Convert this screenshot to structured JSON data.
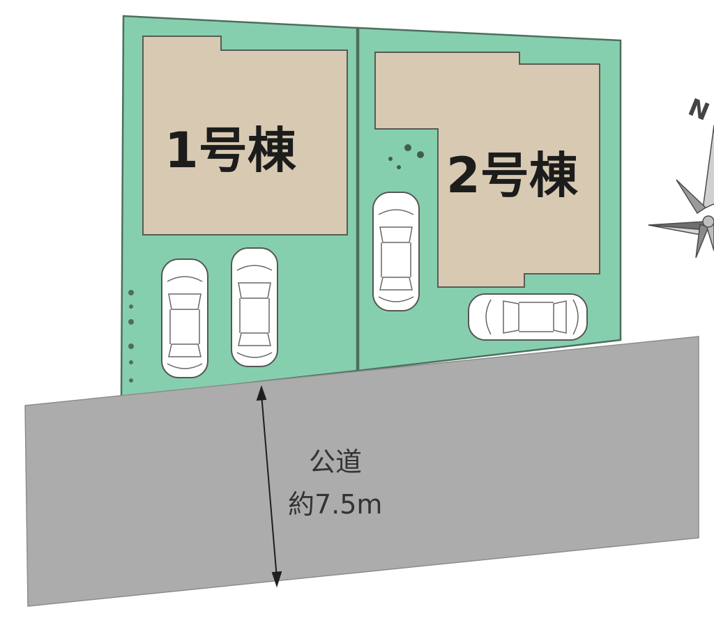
{
  "site_plan": {
    "buildings": [
      {
        "id": "building-1",
        "label": "1号棟"
      },
      {
        "id": "building-2",
        "label": "2号棟"
      }
    ],
    "road": {
      "label": "公道",
      "width_label": "約7.5m"
    },
    "compass": {
      "north_label": "N"
    }
  },
  "colors": {
    "lot": "#86cfae",
    "house": "#d8cab2",
    "road": "#acacac"
  }
}
